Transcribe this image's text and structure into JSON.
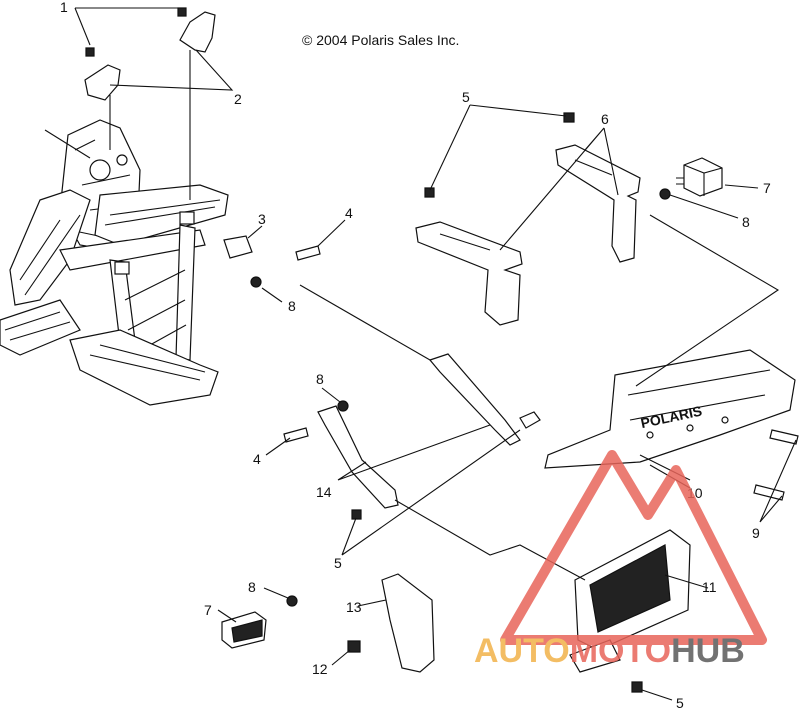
{
  "copyright": "© 2004 Polaris Sales Inc.",
  "shield_text": "POLARIS",
  "watermark": {
    "part1": "AUTO",
    "part2": "MOTO",
    "part3": "HUB",
    "color1": "#f2b24a",
    "color2": "#e8655a",
    "color3": "#5a5a5a"
  },
  "callouts": {
    "c1": "1",
    "c2": "2",
    "c3": "3",
    "c4a": "4",
    "c4b": "4",
    "c5a": "5",
    "c5b": "5",
    "c5c": "5",
    "c6": "6",
    "c7a": "7",
    "c7b": "7",
    "c8a": "8",
    "c8b": "8",
    "c8c": "8",
    "c8d": "8",
    "c9": "9",
    "c10": "10",
    "c11": "11",
    "c12": "12",
    "c13": "13",
    "c14": "14"
  }
}
